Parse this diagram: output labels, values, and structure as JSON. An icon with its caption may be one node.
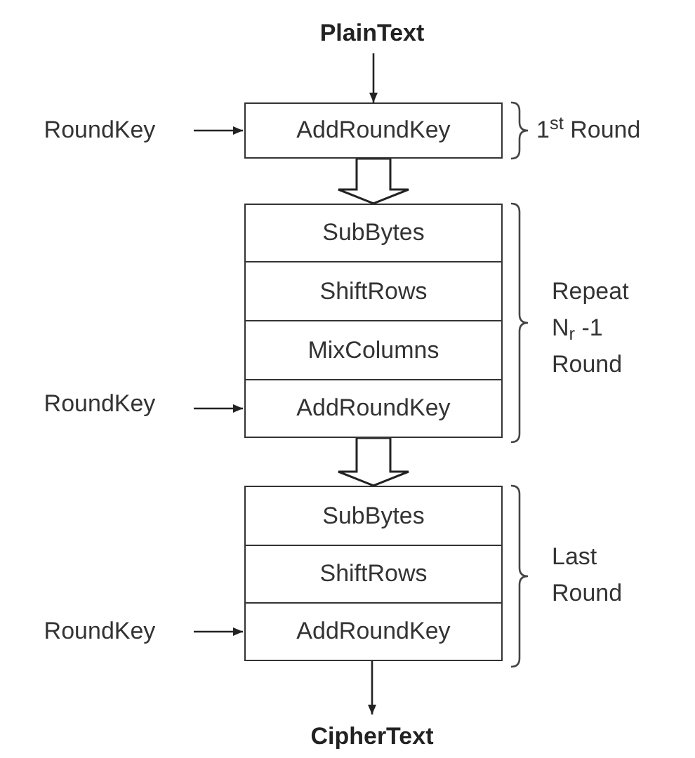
{
  "diagram": {
    "nodes": [
      {
        "text": [
          "PlainText"
        ]
      },
      {
        "text": [
          "RoundKey"
        ]
      },
      {
        "text": [
          "AddRoundKey"
        ]
      },
      {
        "text": [
          "SubBytes"
        ]
      },
      {
        "text": [
          "ShiftRows"
        ]
      },
      {
        "text": [
          "MixColumns"
        ]
      },
      {
        "text": [
          "RoundKey"
        ]
      },
      {
        "text": [
          "AddRoundKey"
        ]
      },
      {
        "text": [
          "SubBytes"
        ]
      },
      {
        "text": [
          "ShiftRows"
        ]
      },
      {
        "text": [
          "RoundKey"
        ]
      },
      {
        "text": [
          "AddRoundKey"
        ]
      },
      {
        "text": [
          "CipherText"
        ]
      }
    ],
    "edges": [
      {
        "from": 0,
        "to": 2,
        "arrow": "to"
      },
      {
        "from": 1,
        "to": 2,
        "arrow": "to"
      },
      {
        "from": 2,
        "to": 3,
        "arrow": "to",
        "style": "thick"
      },
      {
        "from": 6,
        "to": 7,
        "arrow": "to"
      },
      {
        "from": 7,
        "to": 8,
        "arrow": "to",
        "style": "thick"
      },
      {
        "from": 10,
        "to": 11,
        "arrow": "to"
      },
      {
        "from": 11,
        "to": 12,
        "arrow": "to"
      }
    ],
    "labels": [
      "1$^{st}$ Round",
      "Repeat N$_{r}$ -1 Round",
      "Last Round"
    ]
  }
}
